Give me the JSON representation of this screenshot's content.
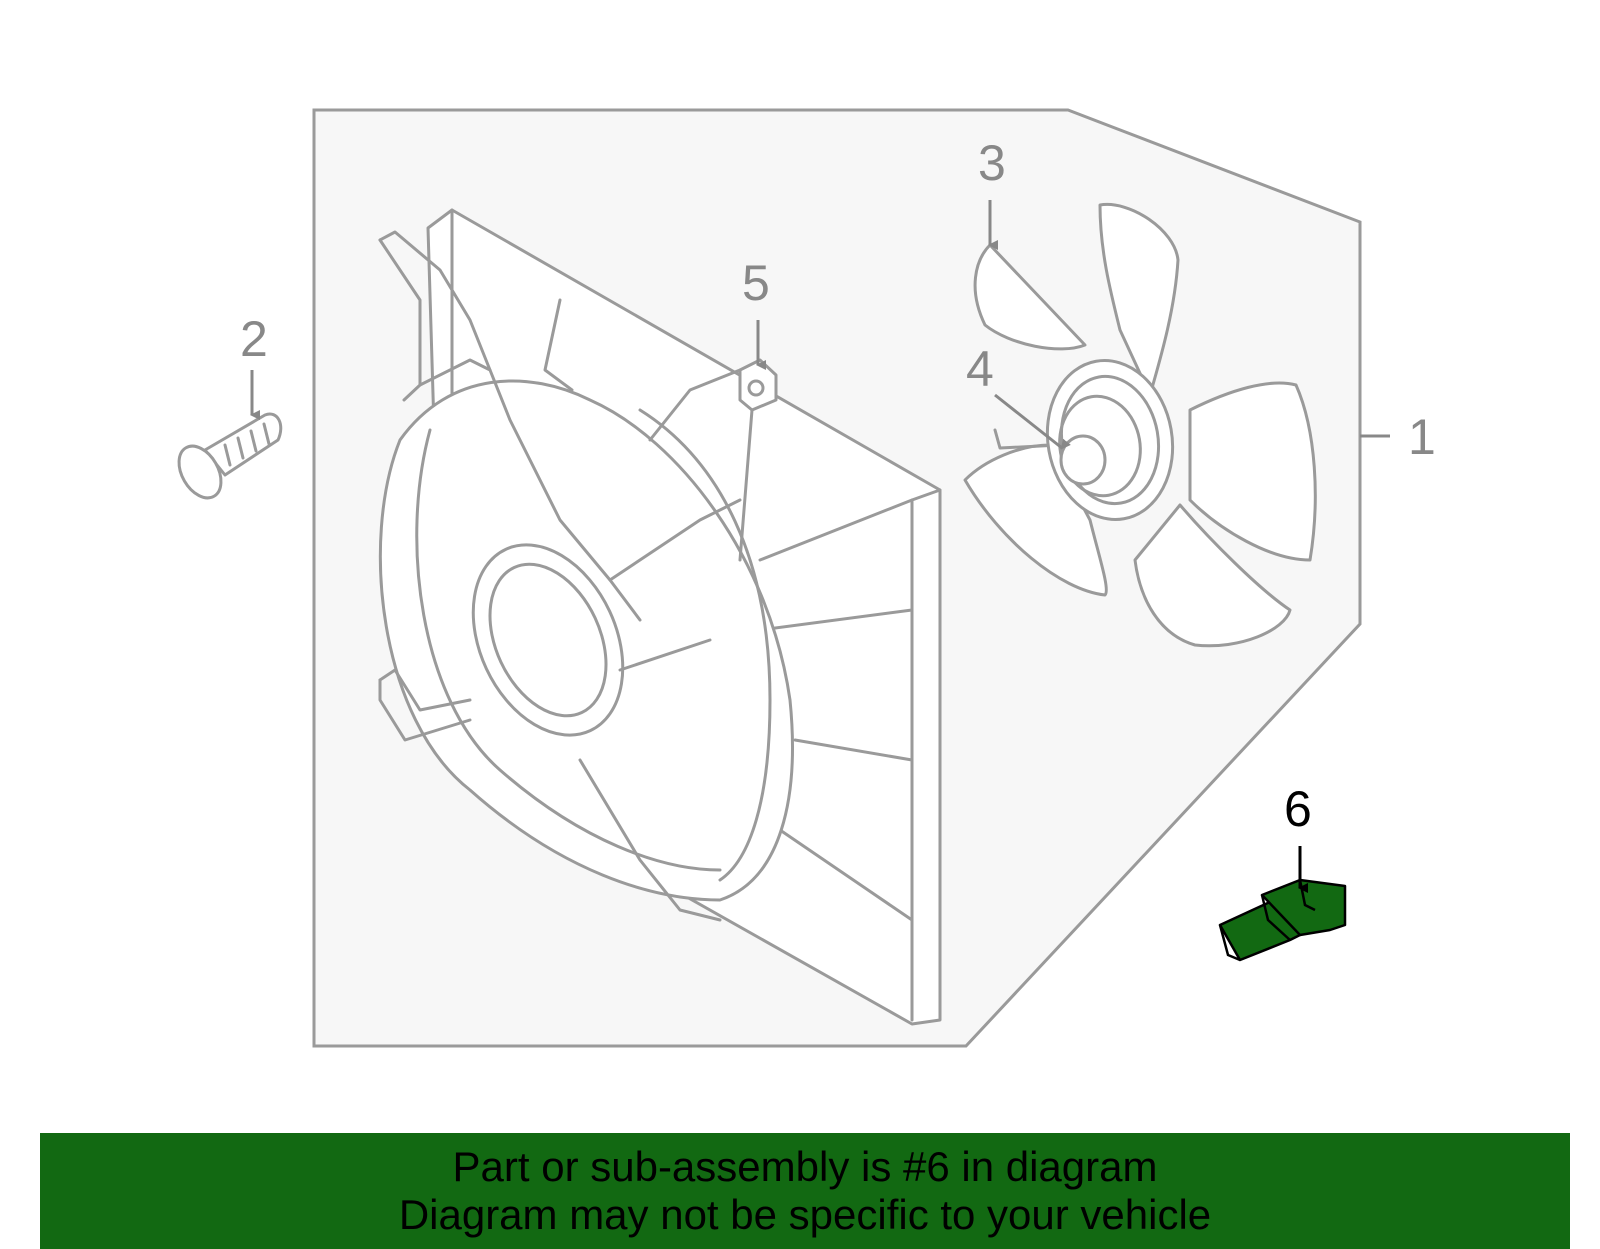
{
  "diagram": {
    "callouts": {
      "c1": "1",
      "c2": "2",
      "c3": "3",
      "c4": "4",
      "c5": "5",
      "c6": "6"
    },
    "highlight_color": "#126912",
    "outline_color": "#9a9a9a",
    "panel_color": "#f7f7f7"
  },
  "banner": {
    "line1": "Part or sub-assembly is #6 in diagram",
    "line2": "Diagram may not be specific to your vehicle",
    "background": "#126912"
  }
}
